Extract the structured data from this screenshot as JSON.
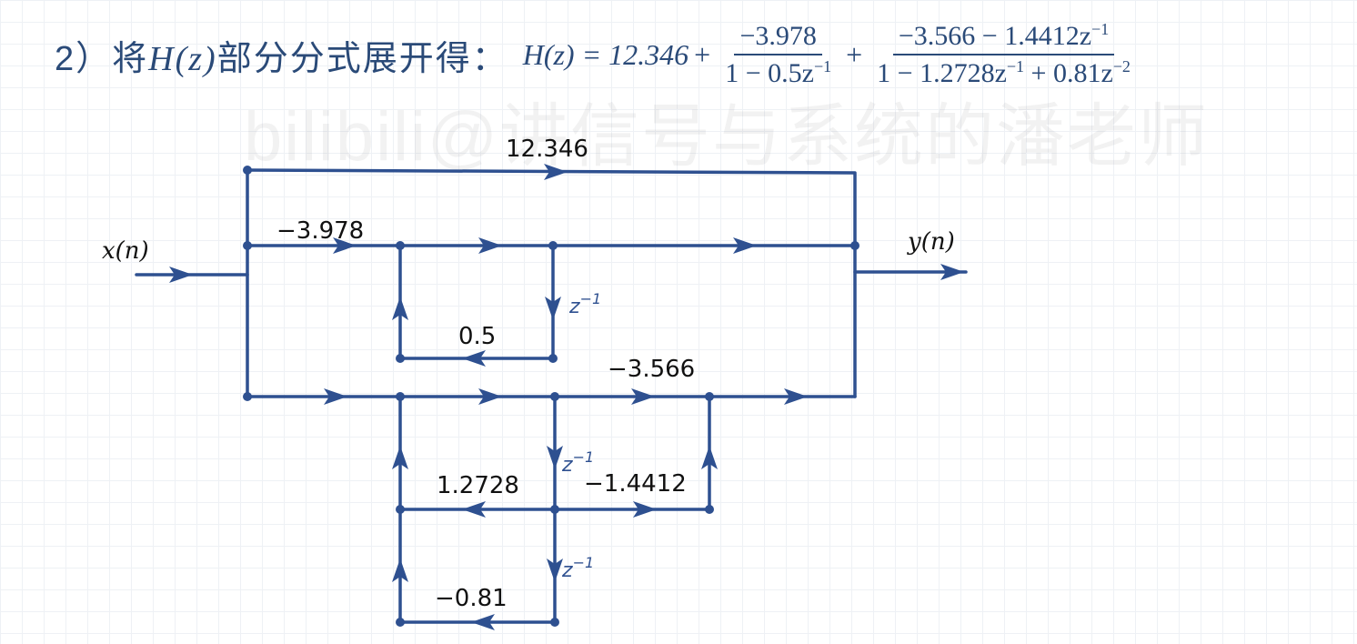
{
  "header": {
    "lead": "2）将",
    "hz": "H(z)",
    "lead_tail": "部分分式展开得：",
    "eq_lhs": "H(z) = 12.346",
    "term1_num": "−3.978",
    "term1_den": "1 − 0.5z",
    "term1_den_exp": "−1",
    "term2_num": "−3.566 − 1.4412z",
    "term2_num_exp": "−1",
    "term2_den_a": "1 − 1.2728z",
    "term2_den_a_exp": "−1",
    "term2_den_b": " + 0.81z",
    "term2_den_b_exp": "−2"
  },
  "watermark": "bilibili@讲信号与系统的潘老师",
  "diagram": {
    "input_label": "x(n)",
    "output_label": "y(n)",
    "gain_direct": "12.346",
    "gain_b1": "−3.978",
    "gain_a1": "0.5",
    "delay_label": "z",
    "delay_exp": "−1",
    "gain_b0": "−3.566",
    "gain_a2_1": "1.2728",
    "gain_b2_1": "−1.4412",
    "gain_a2_2": "−0.81"
  },
  "colors": {
    "line": "#2e5090",
    "header_text": "#2a4a78"
  }
}
